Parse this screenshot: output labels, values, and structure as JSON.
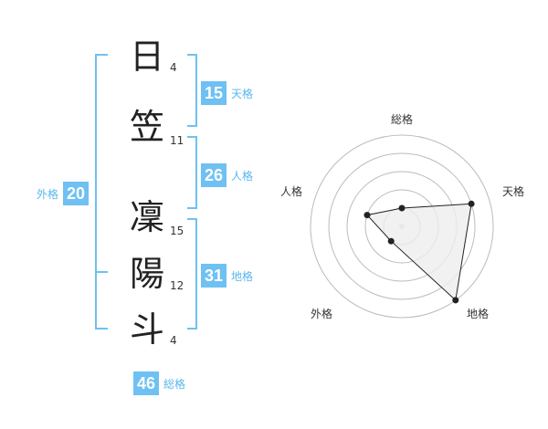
{
  "characters": [
    {
      "char": "日",
      "strokes": "4"
    },
    {
      "char": "笠",
      "strokes": "11"
    },
    {
      "char": "凜",
      "strokes": "15"
    },
    {
      "char": "陽",
      "strokes": "12"
    },
    {
      "char": "斗",
      "strokes": "4"
    }
  ],
  "kaku": {
    "tenkaku": {
      "value": "15",
      "label": "天格"
    },
    "jinkaku": {
      "value": "26",
      "label": "人格"
    },
    "chikaku": {
      "value": "31",
      "label": "地格"
    },
    "gaikaku": {
      "value": "20",
      "label": "外格"
    },
    "soukaku": {
      "value": "46",
      "label": "総格"
    }
  },
  "radar": {
    "labels": {
      "top": "総格",
      "upper_right": "天格",
      "lower_right": "地格",
      "lower_left": "外格",
      "upper_left": "人格"
    },
    "order": [
      "総格",
      "天格",
      "地格",
      "外格",
      "人格"
    ],
    "levels": 5,
    "scores": [
      1,
      4,
      5,
      1,
      2
    ]
  },
  "colors": {
    "accent": "#6ec1f2",
    "accent_text": "#59b6ee",
    "bracket": "#6ec1f2",
    "grid": "#bbbbbb",
    "polygon_fill": "#eeeeee",
    "polygon_stroke": "#222222"
  }
}
